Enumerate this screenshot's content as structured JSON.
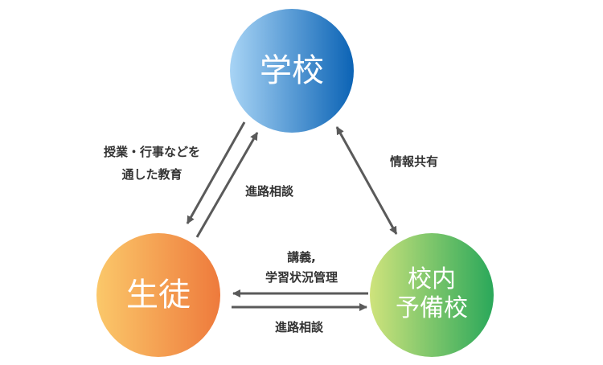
{
  "nodes": {
    "school": {
      "label": "学校",
      "color_from": "#a8d4f5",
      "color_to": "#0b63b5"
    },
    "student": {
      "label": "生徒",
      "color_from": "#fbc86a",
      "color_to": "#ee7a3c"
    },
    "prep": {
      "line1": "校内",
      "line2": "予備校",
      "color_from": "#cfe37c",
      "color_to": "#2aa85a"
    }
  },
  "edges": {
    "school_to_student": {
      "line1": "授業・行事などを",
      "line2": "通した教育"
    },
    "student_to_school": {
      "label": "進路相談"
    },
    "school_prep": {
      "label": "情報共有"
    },
    "prep_to_student": {
      "line1": "講義,",
      "line2": "学習状況管理"
    },
    "student_to_prep": {
      "label": "進路相談"
    }
  },
  "arrow_color": "#5a5a5a"
}
